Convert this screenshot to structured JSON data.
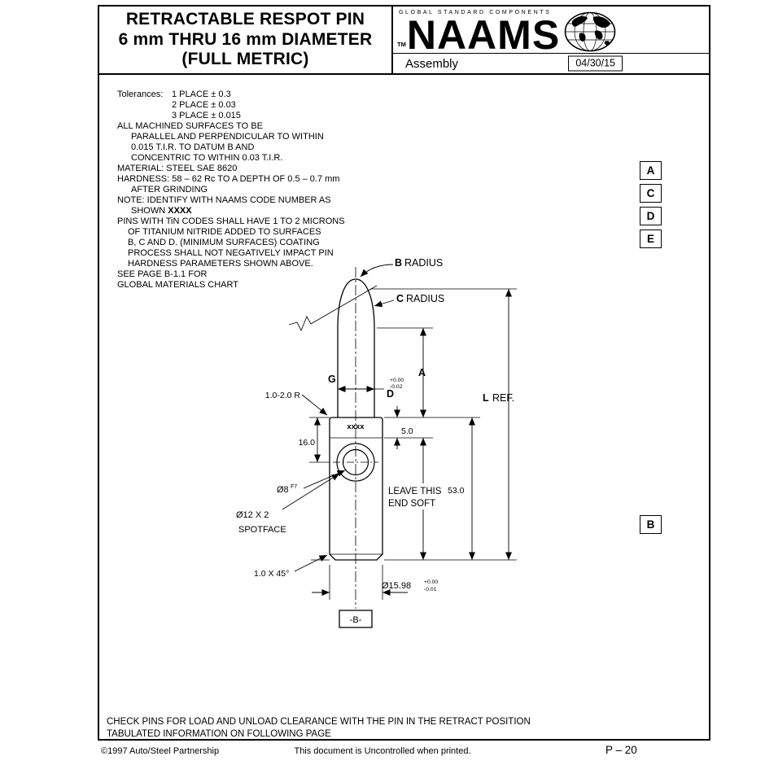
{
  "header": {
    "title_lines": [
      "RETRACTABLE RESPOT PIN",
      "6 mm THRU 16 mm DIAMETER",
      "(FULL METRIC)"
    ],
    "brand": {
      "tagline": "GLOBAL STANDARD COMPONENTS",
      "trademark": "TM",
      "wordmark": "NAAMS",
      "subtitle": "Assembly",
      "date": "04/30/15"
    }
  },
  "zones": [
    "A",
    "C",
    "D",
    "E",
    "B"
  ],
  "notes": {
    "tolerances_label": "Tolerances:",
    "tolerances": [
      "1 PLACE ± 0.3",
      "2 PLACE ± 0.03",
      "3 PLACE ± 0.015"
    ],
    "lines_a": [
      "ALL MACHINED SURFACES TO BE",
      "PARALLEL AND PERPENDICULAR TO WITHIN",
      "0.015 T.I.R. TO DATUM B AND",
      "CONCENTRIC TO WITHIN 0.03 T.I.R.",
      "MATERIAL: STEEL SAE 8620",
      "HARDNESS: 58 – 62 Rc TO A DEPTH OF 0.5 – 0.7 mm",
      "AFTER GRINDING",
      "NOTE: IDENTIFY WITH NAAMS CODE NUMBER AS"
    ],
    "shown_prefix": "SHOWN",
    "shown_code": "XXXX",
    "lines_b": [
      "PINS WITH TiN CODES SHALL HAVE 1 TO 2 MICRONS",
      "OF TITANIUM NITRIDE ADDED TO SURFACES",
      "B, C AND D. (MINIMUM SURFACES) COATING",
      "PROCESS SHALL NOT NEGATIVELY IMPACT PIN",
      "HARDNESS PARAMETERS SHOWN ABOVE.",
      "SEE PAGE B-1.1 FOR",
      "GLOBAL MATERIALS CHART"
    ]
  },
  "drawing": {
    "b_radius": {
      "letter": "B",
      "word": "RADIUS"
    },
    "c_radius": {
      "letter": "C",
      "word": "RADIUS"
    },
    "dim_g": "G",
    "dim_a": "A",
    "dim_d": "D",
    "dim_d_tol_upper": "+0.00",
    "dim_d_tol_lower": "-0.02",
    "dim_l": {
      "letter": "L",
      "word": "REF."
    },
    "corner_radius": "1.0-2.0 R",
    "marking": "xxxx",
    "dim_16": "16.0",
    "dim_5": "5.0",
    "dim_53": "53.0",
    "soft_note_line1": "LEAVE THIS",
    "soft_note_line2": "END SOFT",
    "hole_dia": "Ø8",
    "hole_fit": "F7",
    "spotface_line1": "Ø12 X 2",
    "spotface_line2": "SPOTFACE",
    "chamfer": "1.0 X 45°",
    "bottom_dia": "Ø15.98",
    "bottom_dia_tol_upper": "+0.00",
    "bottom_dia_tol_lower": "-0.01",
    "datum": "-B-"
  },
  "bottom_notes": {
    "line1": "CHECK PINS FOR LOAD AND UNLOAD CLEARANCE WITH THE PIN IN THE RETRACT POSITION",
    "line2": "TABULATED INFORMATION ON FOLLOWING PAGE"
  },
  "footer": {
    "copyright": "©1997 Auto/Steel Partnership",
    "disclaimer": "This document is Uncontrolled when printed.",
    "page": "P – 20"
  }
}
